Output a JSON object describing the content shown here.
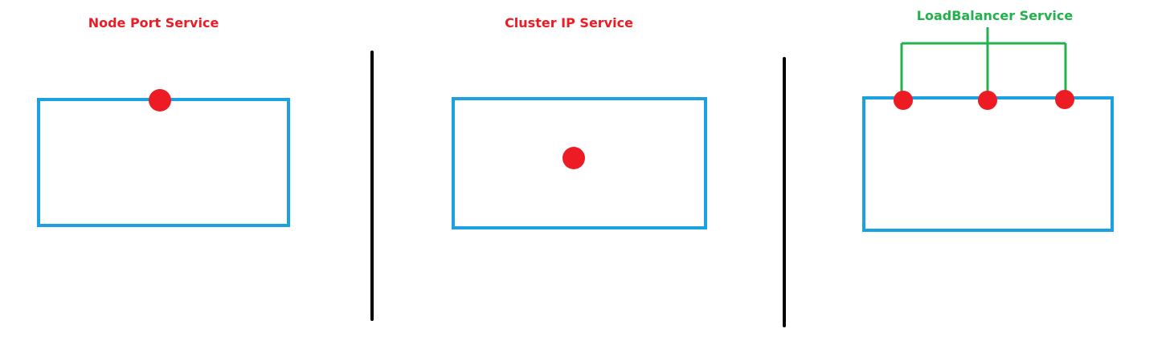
{
  "colors": {
    "box": "#1ba1e2",
    "dot": "#ed1c24",
    "divider": "#000000",
    "connector": "#22b14c",
    "label_red": "#ed1c24",
    "label_green": "#22b14c"
  },
  "panels": [
    {
      "title": "Node Port Service"
    },
    {
      "title": "Cluster IP Service"
    },
    {
      "title": "LoadBalancer Service"
    }
  ]
}
